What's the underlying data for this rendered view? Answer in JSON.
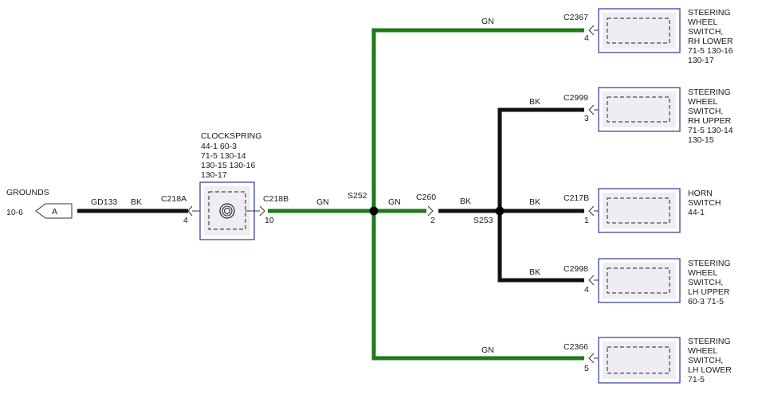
{
  "colors": {
    "gn": "#1f7a1a",
    "bk": "#111111",
    "box": "#2b3a9a"
  },
  "grounds": {
    "title": "GROUNDS",
    "ref": "10-6",
    "flag": "A"
  },
  "wires": {
    "gd133_circuit": "GD133",
    "gd133_color": "BK",
    "c218b_color": "GN",
    "s252_color": "GN",
    "top_color": "GN",
    "bottom_color": "GN",
    "c260_color": "BK",
    "c2999_color": "BK",
    "c217b_color": "BK",
    "c2998_color": "BK"
  },
  "connectors": {
    "c218a": {
      "name": "C218A",
      "pin": "4"
    },
    "c218b": {
      "name": "C218B",
      "pin": "10"
    },
    "c260": {
      "name": "C260",
      "pin": "2"
    },
    "c2367": {
      "name": "C2367",
      "pin": "4"
    },
    "c2999": {
      "name": "C2999",
      "pin": "3"
    },
    "c217b": {
      "name": "C217B",
      "pin": "1"
    },
    "c2998": {
      "name": "C2998",
      "pin": "4"
    },
    "c2366": {
      "name": "C2366",
      "pin": "5"
    }
  },
  "splices": {
    "s252": "S252",
    "s253": "S253"
  },
  "clockspring": {
    "title": "CLOCKSPRING",
    "refs": [
      "44-1    60-3",
      "71-5      130-14",
      "130-15  130-16",
      "130-17"
    ]
  },
  "components": {
    "rh_lower": {
      "lines": [
        "STEERING",
        "WHEEL",
        "SWITCH,",
        "RH LOWER",
        "71-5      130-16",
        "130-17"
      ]
    },
    "rh_upper": {
      "lines": [
        "STEERING",
        "WHEEL",
        "SWITCH,",
        "RH UPPER",
        "71-5      130-14",
        "130-15"
      ]
    },
    "horn": {
      "lines": [
        "HORN",
        "SWITCH",
        "44-1"
      ]
    },
    "lh_upper": {
      "lines": [
        "STEERING",
        "WHEEL",
        "SWITCH,",
        "LH UPPER",
        "60-3    71-5"
      ]
    },
    "lh_lower": {
      "lines": [
        "STEERING",
        "WHEEL",
        "SWITCH,",
        "LH LOWER",
        "71-5"
      ]
    }
  }
}
